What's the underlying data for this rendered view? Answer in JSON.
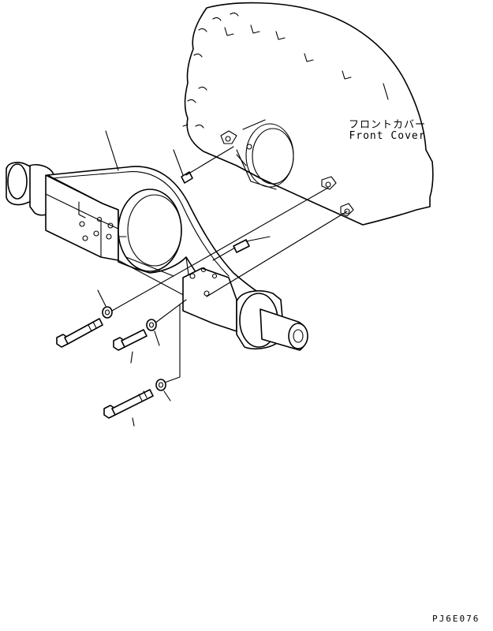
{
  "diagram": {
    "callout_jp": "フロントカバー",
    "callout_en": "Front Cover",
    "drawing_code": "PJ6E076",
    "parts": [
      "front-cover",
      "bracket",
      "dowel-pin",
      "bolt",
      "washer"
    ]
  }
}
